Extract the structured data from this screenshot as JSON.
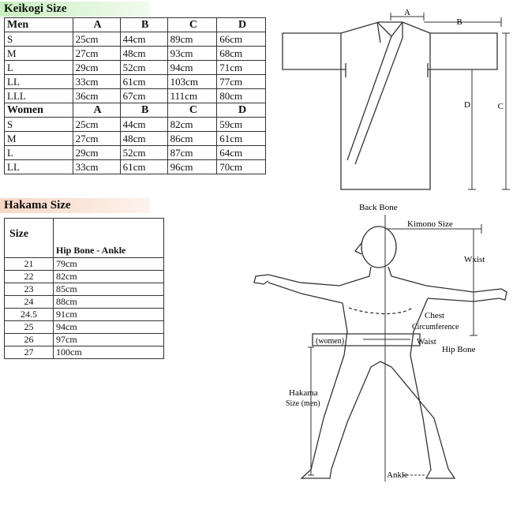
{
  "keikogi": {
    "title": "Keikogi Size",
    "columns": [
      "A",
      "B",
      "C",
      "D"
    ],
    "groups": [
      {
        "name": "Men",
        "rows": [
          [
            "S",
            "25cm",
            "44cm",
            "89cm",
            "66cm"
          ],
          [
            "M",
            "27cm",
            "48cm",
            "93cm",
            "68cm"
          ],
          [
            "L",
            "29cm",
            "52cm",
            "94cm",
            "71cm"
          ],
          [
            "LL",
            "33cm",
            "61cm",
            "103cm",
            "77cm"
          ],
          [
            "LLL",
            "36cm",
            "67cm",
            "111cm",
            "80cm"
          ]
        ]
      },
      {
        "name": "Women",
        "rows": [
          [
            "S",
            "25cm",
            "44cm",
            "82cm",
            "59cm"
          ],
          [
            "M",
            "27cm",
            "48cm",
            "86cm",
            "61cm"
          ],
          [
            "L",
            "29cm",
            "52cm",
            "87cm",
            "64cm"
          ],
          [
            "LL",
            "33cm",
            "61cm",
            "96cm",
            "70cm"
          ]
        ]
      }
    ]
  },
  "hakama": {
    "title": "Hakama Size",
    "size_header": "Size",
    "hip_header": "Hip Bone - Ankle",
    "rows": [
      [
        "21",
        "79cm"
      ],
      [
        "22",
        "82cm"
      ],
      [
        "23",
        "85cm"
      ],
      [
        "24",
        "88cm"
      ],
      [
        "24.5",
        "91cm"
      ],
      [
        "25",
        "94cm"
      ],
      [
        "26",
        "97cm"
      ],
      [
        "27",
        "100cm"
      ]
    ]
  },
  "kimono_diagram": {
    "label_a": "A",
    "label_b": "B",
    "label_c": "C",
    "label_d": "D"
  },
  "body_diagram": {
    "back_bone": "Back Bone",
    "kimono_size": "Kimono Size",
    "waist_top": "Wxist",
    "chest_1": "Chest",
    "chest_2": "Circumference",
    "women": "(women)",
    "waist": "Waist",
    "hip_bone": "Hip Bone",
    "hakama_1": "Hakama",
    "hakama_2": "Size (men)",
    "ankle": "Ankle"
  }
}
